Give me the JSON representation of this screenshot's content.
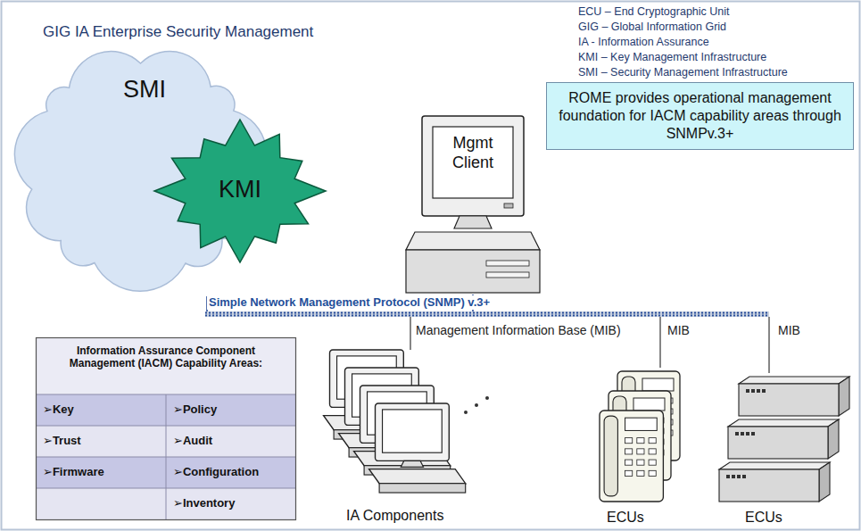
{
  "diagram": {
    "title": "GIG IA Enterprise Security Management",
    "nodes": [
      {
        "text": [
          "SMI"
        ]
      },
      {
        "text": [
          "KMI"
        ],
        "in": 0
      },
      {
        "text": [
          "Mgmt Client"
        ]
      },
      {
        "text": [
          "ROME provides operational management foundation for IACM capability areas through SNMPv.3+"
        ]
      },
      {
        "text": [
          "Information Assurance Component Management (IACM) Capability Areas:",
          "➢Key",
          "➢Policy",
          "➢Trust",
          "➢Audit",
          "➢Firmware",
          "➢Configuration",
          "➢Inventory"
        ]
      }
    ],
    "edges": [
      {
        "from": 0,
        "to": 2,
        "arrow": "none"
      }
    ],
    "labels": [
      "ECU – End Cryptographic Unit",
      "GIG – Global Information Grid",
      "IA - Information Assurance",
      "KMI – Key Management Infrastructure",
      "SMI – Security Management Infrastructure",
      "Simple Network Management Protocol (SNMP) v.3+",
      "Management Information Base (MIB)",
      "MIB",
      "MIB",
      "IA Components",
      "ECUs",
      "ECUs"
    ]
  }
}
